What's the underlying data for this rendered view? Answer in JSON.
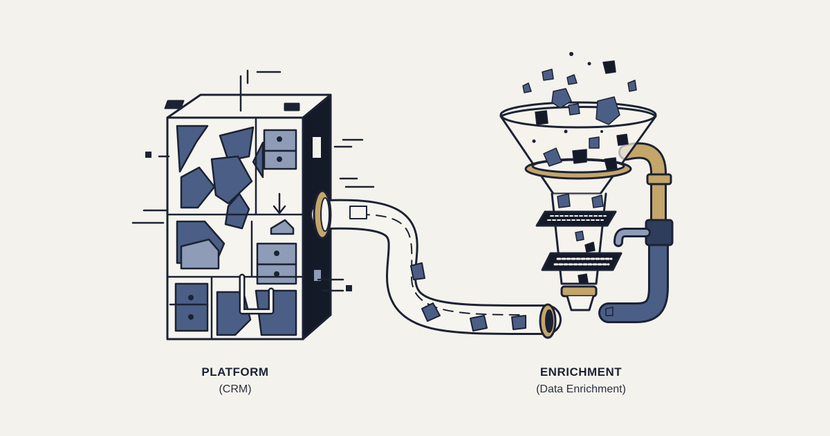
{
  "nodes": {
    "platform": {
      "title": "PLATFORM",
      "subtitle": "(CRM)"
    },
    "enrichment": {
      "title": "ENRICHMENT",
      "subtitle": "(Data Enrichment)"
    }
  },
  "colors": {
    "background": "#f4f2ec",
    "outline": "#1b2233",
    "slate": "#4b5e86",
    "slate_light": "#8e9cb8",
    "brass": "#c4a56a",
    "dark_panel": "#141a28"
  }
}
